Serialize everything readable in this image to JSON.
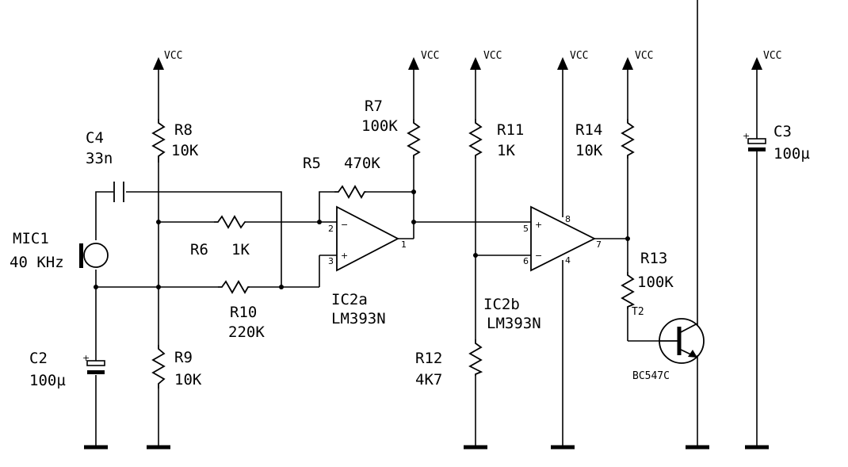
{
  "components": {
    "mic1": {
      "ref": "MIC1",
      "value": "40 KHz"
    },
    "c4": {
      "ref": "C4",
      "value": "33n"
    },
    "c2": {
      "ref": "C2",
      "value": "100µ"
    },
    "c3": {
      "ref": "C3",
      "value": "100µ"
    },
    "r8": {
      "ref": "R8",
      "value": "10K"
    },
    "r9": {
      "ref": "R9",
      "value": "10K"
    },
    "r6": {
      "ref": "R6",
      "value": "1K"
    },
    "r10": {
      "ref": "R10",
      "value": "220K"
    },
    "r5": {
      "ref": "R5",
      "value": "470K"
    },
    "r7": {
      "ref": "R7",
      "value": "100K"
    },
    "r11": {
      "ref": "R11",
      "value": "1K"
    },
    "r12": {
      "ref": "R12",
      "value": "4K7"
    },
    "r14": {
      "ref": "R14",
      "value": "10K"
    },
    "r13": {
      "ref": "R13",
      "value": "100K"
    },
    "ic2a": {
      "ref": "IC2a",
      "value": "LM393N"
    },
    "ic2b": {
      "ref": "IC2b",
      "value": "LM393N"
    },
    "t2": {
      "ref": "T2",
      "value": "BC547C"
    }
  },
  "supply_label": "VCC",
  "pins": {
    "ic2a_in_neg": "2",
    "ic2a_in_pos": "3",
    "ic2a_out": "1",
    "ic2b_in_pos": "5",
    "ic2b_in_neg": "6",
    "ic2b_out": "7",
    "ic2b_vcc": "8",
    "ic2b_gnd": "4"
  },
  "symbols": {
    "plus": "+",
    "minus": "−"
  }
}
